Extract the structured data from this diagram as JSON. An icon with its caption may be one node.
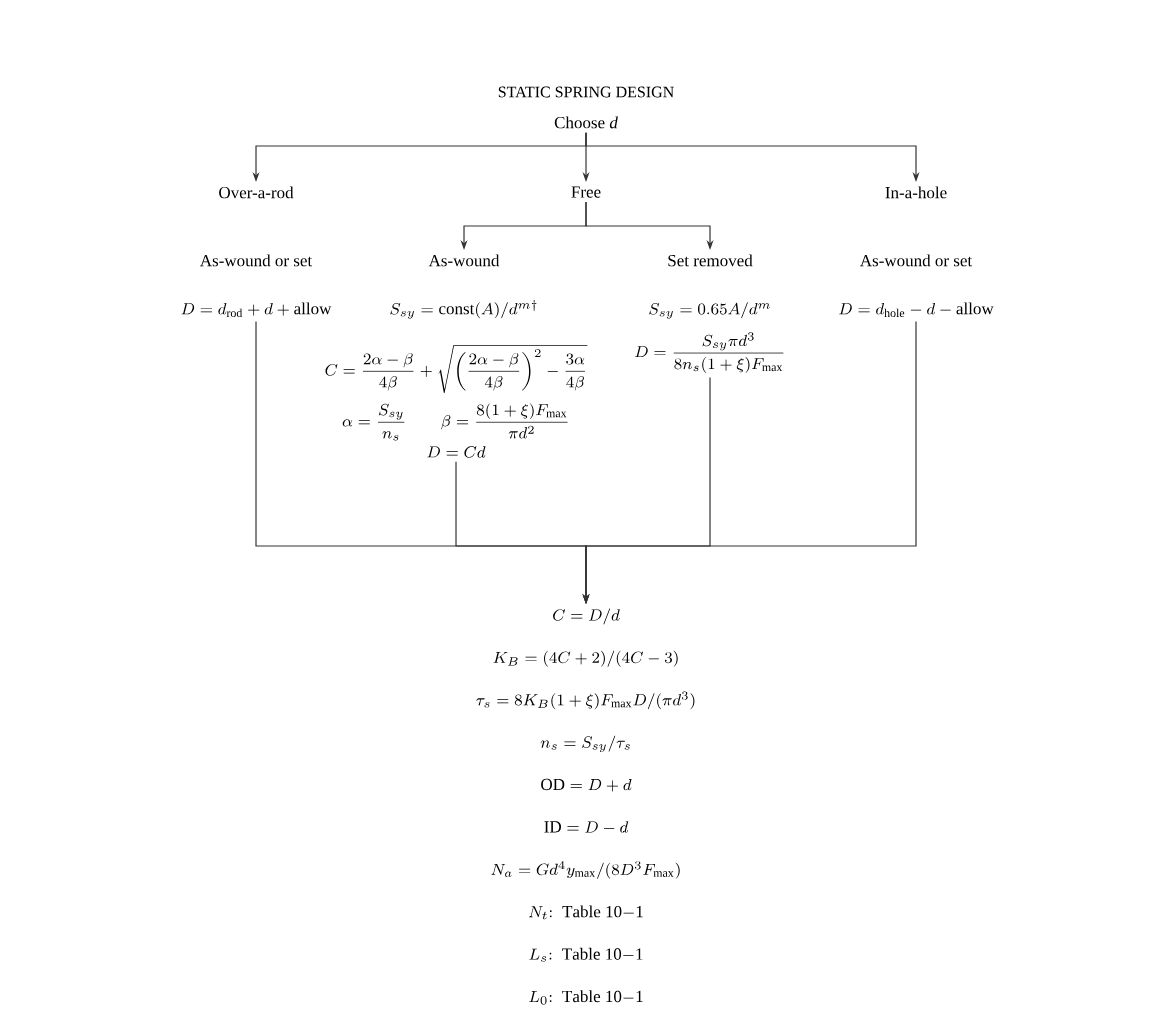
{
  "diagram": {
    "title": "STATIC SPRING DESIGN",
    "nodes": [
      {
        "text": [
          "Choose *d*"
        ]
      },
      {
        "text": [
          "Over-a-rod"
        ]
      },
      {
        "text": [
          "Free"
        ]
      },
      {
        "text": [
          "In-a-hole"
        ]
      },
      {
        "text": [
          "As-wound or set",
          "D = d_{\\mathrm{rod}} + d + \\mathrm{allow}"
        ]
      },
      {
        "text": [
          "As-wound",
          "S_{sy} = \\mathrm{const}(A)/d^{m\\dagger}"
        ]
      },
      {
        "text": [
          "Set removed",
          "S_{sy} = 0.65A/d^{m}",
          "D = \\dfrac{S_{sy}\\pi d^3}{8n_s(1+\\xi)F_{\\max}}"
        ]
      },
      {
        "text": [
          "As-wound or set",
          "D = d_{\\mathrm{hole}} - d - \\mathrm{allow}"
        ]
      },
      {
        "text": [
          "C = D/d",
          "K_B = (4C+2)/(4C-3)",
          "\\tau_s = 8K_B(1+\\xi)F_{\\max}D/(\\pi d^3)",
          "n_s = S_{sy}/\\tau_s",
          "\\mathrm{OD} = D + d",
          "\\mathrm{ID} = D - d",
          "N_a = Gd^4y_{\\max}/(8D^3F_{\\max})",
          "N_t\\mathrm{:\\ Table\\ 10{-}1}",
          "L_s\\mathrm{:\\ Table\\ 10{-}1}",
          "L_0\\mathrm{:\\ Table\\ 10{-}1}"
        ]
      },
      {
        "text": [
          "C = \\dfrac{2\\alpha-\\beta}{4\\beta} + \\sqrt{\\left(\\dfrac{2\\alpha-\\beta}{4\\beta}\\right)^2 - \\dfrac{3\\alpha}{4\\beta}}",
          "\\alpha = \\dfrac{S_{sy}}{n_s}",
          "\\beta = \\dfrac{8(1+\\xi)F_{\\max}}{\\pi d^2}",
          "D = Cd"
        ]
      }
    ],
    "edges": [
      {
        "from": 0,
        "to": 1,
        "arrow": "to"
      },
      {
        "from": 0,
        "to": 2,
        "arrow": "to"
      },
      {
        "from": 0,
        "to": 3,
        "arrow": "to"
      },
      {
        "from": 2,
        "to": 5,
        "arrow": "to"
      },
      {
        "from": 2,
        "to": 6,
        "arrow": "to"
      },
      {
        "from": 4,
        "to": 8,
        "arrow": "to"
      },
      {
        "from": 9,
        "to": 8,
        "arrow": "to"
      },
      {
        "from": 6,
        "to": 8,
        "arrow": "to"
      },
      {
        "from": 7,
        "to": 8,
        "arrow": "to"
      }
    ]
  }
}
